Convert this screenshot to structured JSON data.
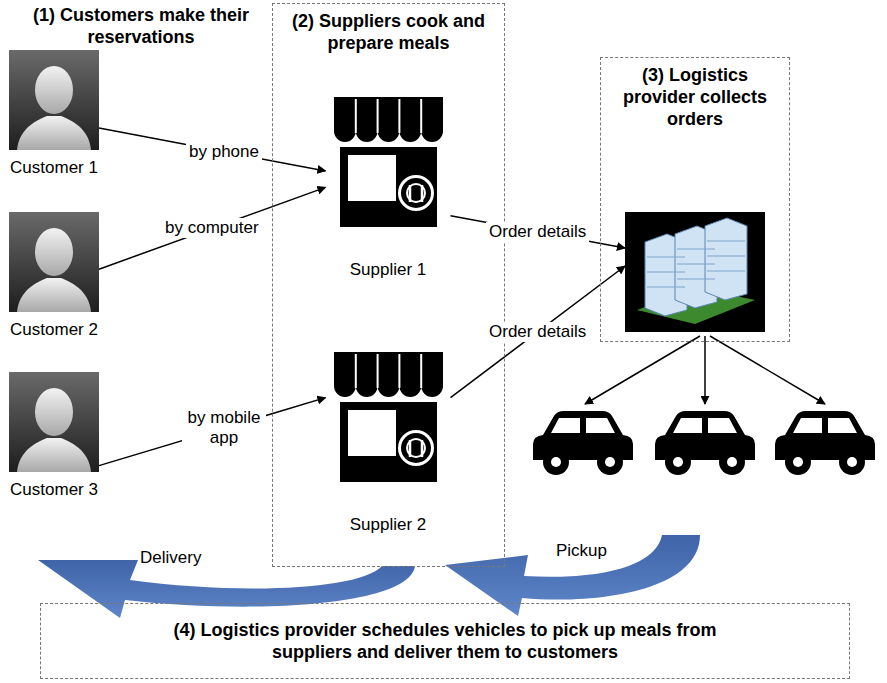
{
  "diagram": {
    "nodes": [
      {
        "text": [
          "Customer 1"
        ]
      },
      {
        "text": [
          "Customer 2"
        ]
      },
      {
        "text": [
          "Customer 3"
        ]
      },
      {
        "text": [
          "(2) Suppliers cook and prepare meals"
        ]
      },
      {
        "text": [
          "Supplier 1"
        ],
        "in": 3
      },
      {
        "text": [
          "Supplier 2"
        ],
        "in": 3
      },
      {
        "text": [
          "(3) Logistics provider collects orders"
        ]
      },
      {
        "text": [
          "(4) Logistics provider schedules vehicles to pick up meals from suppliers and deliver them to customers"
        ]
      }
    ],
    "edges": [
      {
        "from": 0,
        "to": 4,
        "label": "by phone",
        "arrow": "to"
      },
      {
        "from": 1,
        "to": 4,
        "label": "by computer",
        "arrow": "to"
      },
      {
        "from": 2,
        "to": 5,
        "label": "by mobile app",
        "arrow": "to"
      },
      {
        "from": 4,
        "to": 6,
        "label": "Order details",
        "arrow": "to"
      },
      {
        "from": 5,
        "to": 6,
        "label": "Order details",
        "arrow": "to"
      }
    ],
    "labels": [
      "(1) Customers make their reservations",
      "Delivery",
      "Pickup"
    ]
  }
}
